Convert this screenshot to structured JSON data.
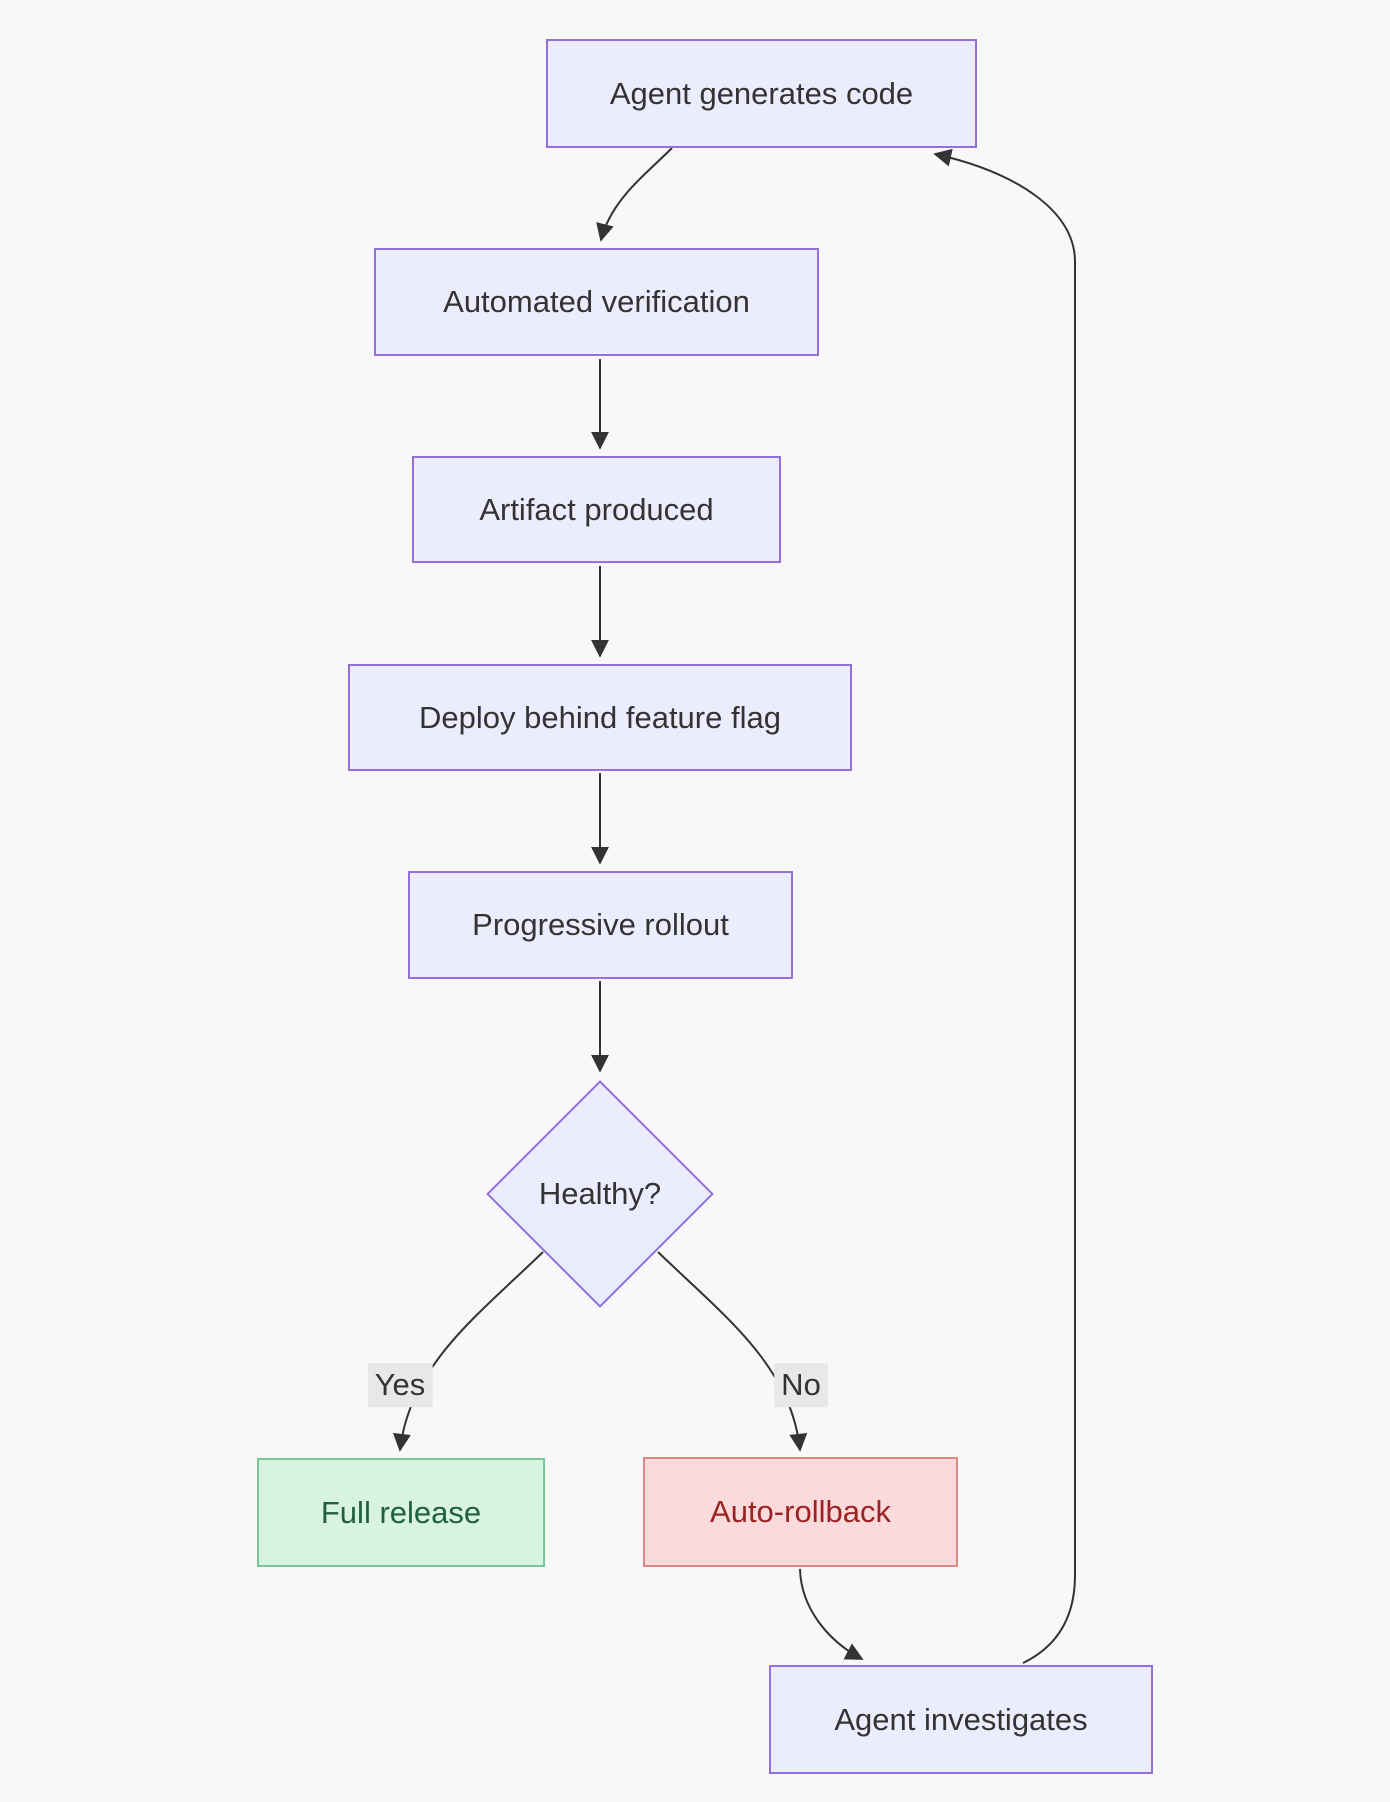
{
  "diagram": {
    "type": "flowchart",
    "nodes": {
      "generate": {
        "label": "Agent generates code"
      },
      "verify": {
        "label": "Automated verification"
      },
      "artifact": {
        "label": "Artifact produced"
      },
      "deploy": {
        "label": "Deploy behind feature flag"
      },
      "rollout": {
        "label": "Progressive rollout"
      },
      "healthy": {
        "label": "Healthy?"
      },
      "release": {
        "label": "Full release"
      },
      "rollback": {
        "label": "Auto-rollback"
      },
      "investigate": {
        "label": "Agent investigates"
      }
    },
    "edge_labels": {
      "yes": {
        "label": "Yes"
      },
      "no": {
        "label": "No"
      }
    },
    "connections": [
      "generate -> verify",
      "verify -> artifact",
      "artifact -> deploy",
      "deploy -> rollout",
      "rollout -> healthy",
      "healthy -Yes-> release",
      "healthy -No-> rollback",
      "rollback -> investigate",
      "investigate -> generate"
    ]
  },
  "colors": {
    "node_fill": "#ECECFF",
    "node_border": "#9370DB",
    "text": "#333333",
    "success_fill": "#d8f3e2",
    "success_border": "#78c796",
    "success_text": "#205f3f",
    "danger_fill": "#fadada",
    "danger_border": "#d98a85",
    "danger_text": "#9b2323",
    "edge": "#333333",
    "label_bg": "#e8e8e8",
    "background": "#f8f8f8"
  }
}
